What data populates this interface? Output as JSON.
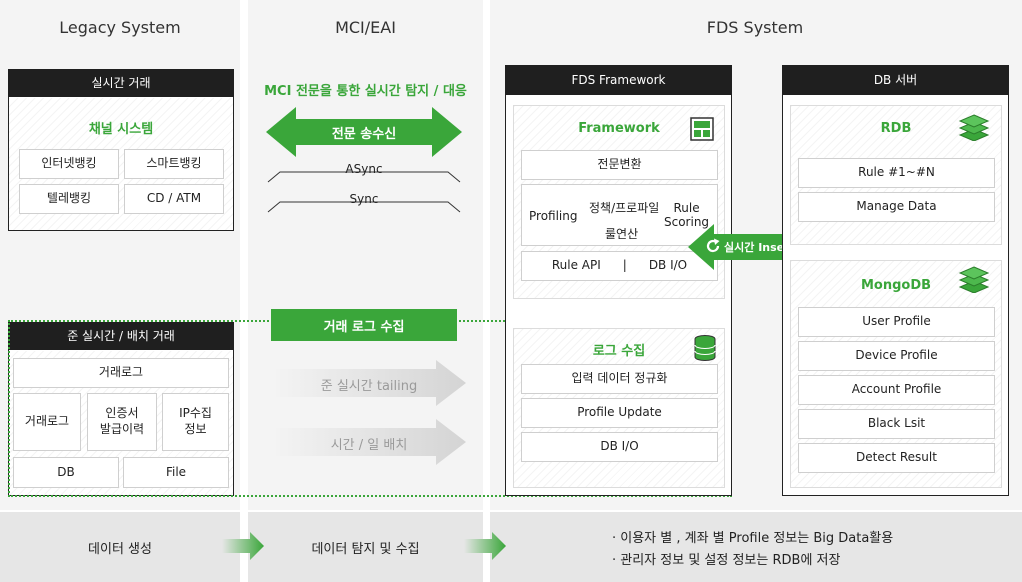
{
  "columns": {
    "legacy": "Legacy System",
    "mci": "MCI/EAI",
    "fds": "FDS System"
  },
  "legacy": {
    "realtime_header": "실시간 거래",
    "channel_title": "채널 시스템",
    "channels": [
      "인터넷뱅킹",
      "스마트뱅킹",
      "텔레뱅킹",
      "CD / ATM"
    ],
    "batch_header": "준 실시간 / 배치 거래",
    "trade_log": "거래로그",
    "sub_items": [
      "거래로그",
      "인증서\n발급이력",
      "IP수집\n정보"
    ],
    "db": "DB",
    "file": "File"
  },
  "mci": {
    "headline": "MCI 전문을 통한 실시간 탐지 / 대응",
    "send_receive": "전문 송수신",
    "async": "ASync",
    "sync": "Sync",
    "log_collect": "거래 로그 수집",
    "tailing": "준 실시간 tailing",
    "batch": "시간 / 일 배치"
  },
  "fds": {
    "framework_header": "FDS Framework",
    "framework_title": "Framework",
    "conversion": "전문변환",
    "profiling": "Profiling",
    "state_profile": "정책/프로파일",
    "rule_calc": "룰연산",
    "rule_scoring": "Rule\nScoring",
    "rule_api": "Rule API",
    "separator": "|",
    "db_io": "DB I/O",
    "log_title": "로그 수집",
    "log_items": [
      "입력 데이터 정규화",
      "Profile Update",
      "DB I/O"
    ],
    "realtime_link": "실시간 Insert / Update"
  },
  "db_server": {
    "header": "DB 서버",
    "rdb_title": "RDB",
    "rdb_items": [
      "Rule #1~#N",
      "Manage Data"
    ],
    "mongo_title": "MongoDB",
    "mongo_items": [
      "User Profile",
      "Device Profile",
      "Account Profile",
      "Black Lsit",
      "Detect Result"
    ]
  },
  "footer": {
    "generate": "데이터 생성",
    "detect": "데이터 탐지 및 수집",
    "notes": [
      "· 이용자 별 , 계좌 별 Profile 정보는 Big Data활용",
      "· 관리자 정보 및 설정 정보는 RDB에 저장"
    ]
  },
  "colors": {
    "green": "#3aa63a",
    "dark": "#1f1f1f",
    "grey_arrow": "#d9d9d9"
  },
  "icons": [
    "grid-icon",
    "layers-icon",
    "database-icon",
    "refresh-icon"
  ]
}
